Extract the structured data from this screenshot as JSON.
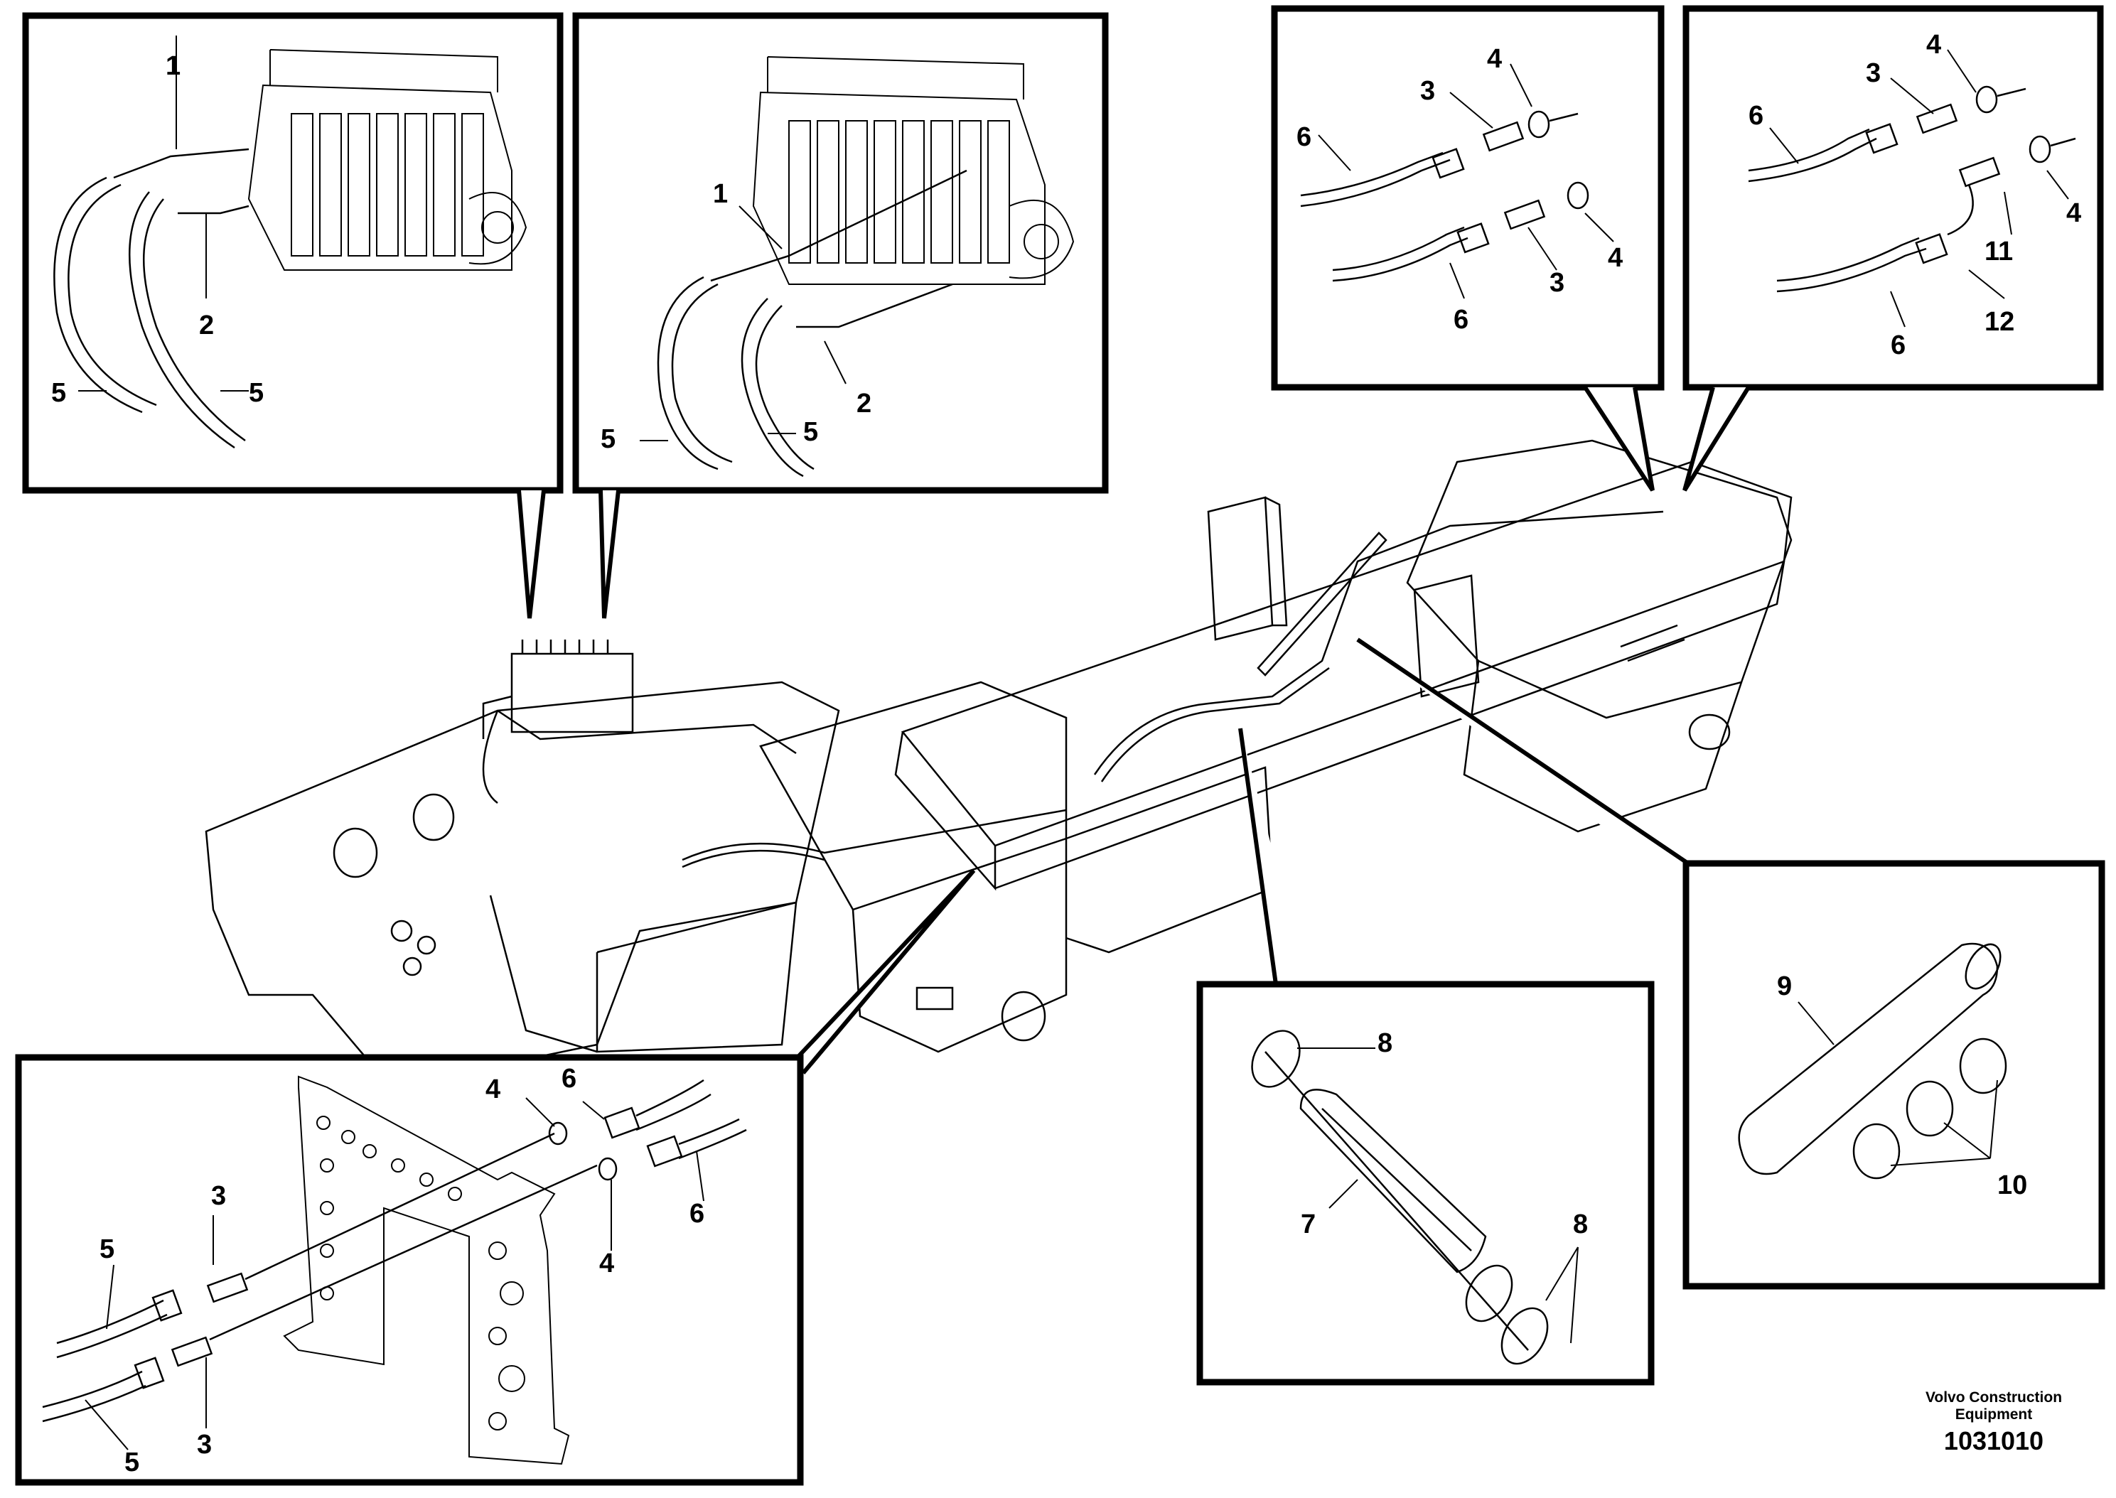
{
  "credit": {
    "company_line1": "Volvo Construction",
    "company_line2": "Equipment",
    "drawing_number": "1031010"
  },
  "callouts": {
    "panel_a": [
      "1",
      "2",
      "5",
      "5"
    ],
    "panel_b": [
      "1",
      "2",
      "5",
      "5"
    ],
    "panel_c": [
      "4",
      "3",
      "6",
      "4",
      "3",
      "6"
    ],
    "panel_d": [
      "4",
      "3",
      "6",
      "4",
      "11",
      "12",
      "6"
    ],
    "panel_e": [
      "4",
      "6",
      "3",
      "5",
      "4",
      "6",
      "3",
      "5"
    ],
    "panel_f": [
      "8",
      "7",
      "8"
    ],
    "panel_g": [
      "9",
      "10"
    ]
  }
}
